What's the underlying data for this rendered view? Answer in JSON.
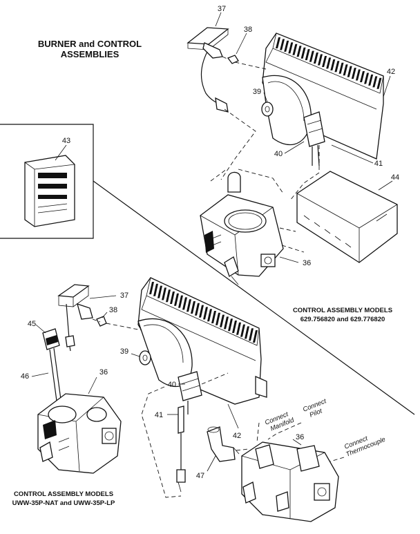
{
  "title": {
    "line1": "BURNER and CONTROL",
    "line2": "ASSEMBLIES"
  },
  "captions": {
    "upper_line1": "CONTROL ASSEMBLY MODELS",
    "upper_line2": "629.756820 and 629.776820",
    "lower_line1": "CONTROL ASSEMBLY MODELS",
    "lower_line2": "UWW-35P-NAT and UWW-35P-LP"
  },
  "connections": {
    "manifold_1": "Connect",
    "manifold_2": "Manifold",
    "pilot_1": "Connect",
    "pilot_2": "Pilot",
    "thermo_1": "Connect",
    "thermo_2": "Thermocouple"
  },
  "callouts": {
    "c37_top": "37",
    "c38_top": "38",
    "c42_top": "42",
    "c39_top": "39",
    "c40_top": "40",
    "c41_top": "41",
    "c43": "43",
    "c44": "44",
    "c36_top": "36",
    "c37_bot": "37",
    "c38_bot": "38",
    "c45": "45",
    "c39_bot": "39",
    "c46": "46",
    "c36_bot": "36",
    "c40_bot": "40",
    "c41_bot": "41",
    "c42_bot": "42",
    "c36_right": "36",
    "c47": "47"
  }
}
